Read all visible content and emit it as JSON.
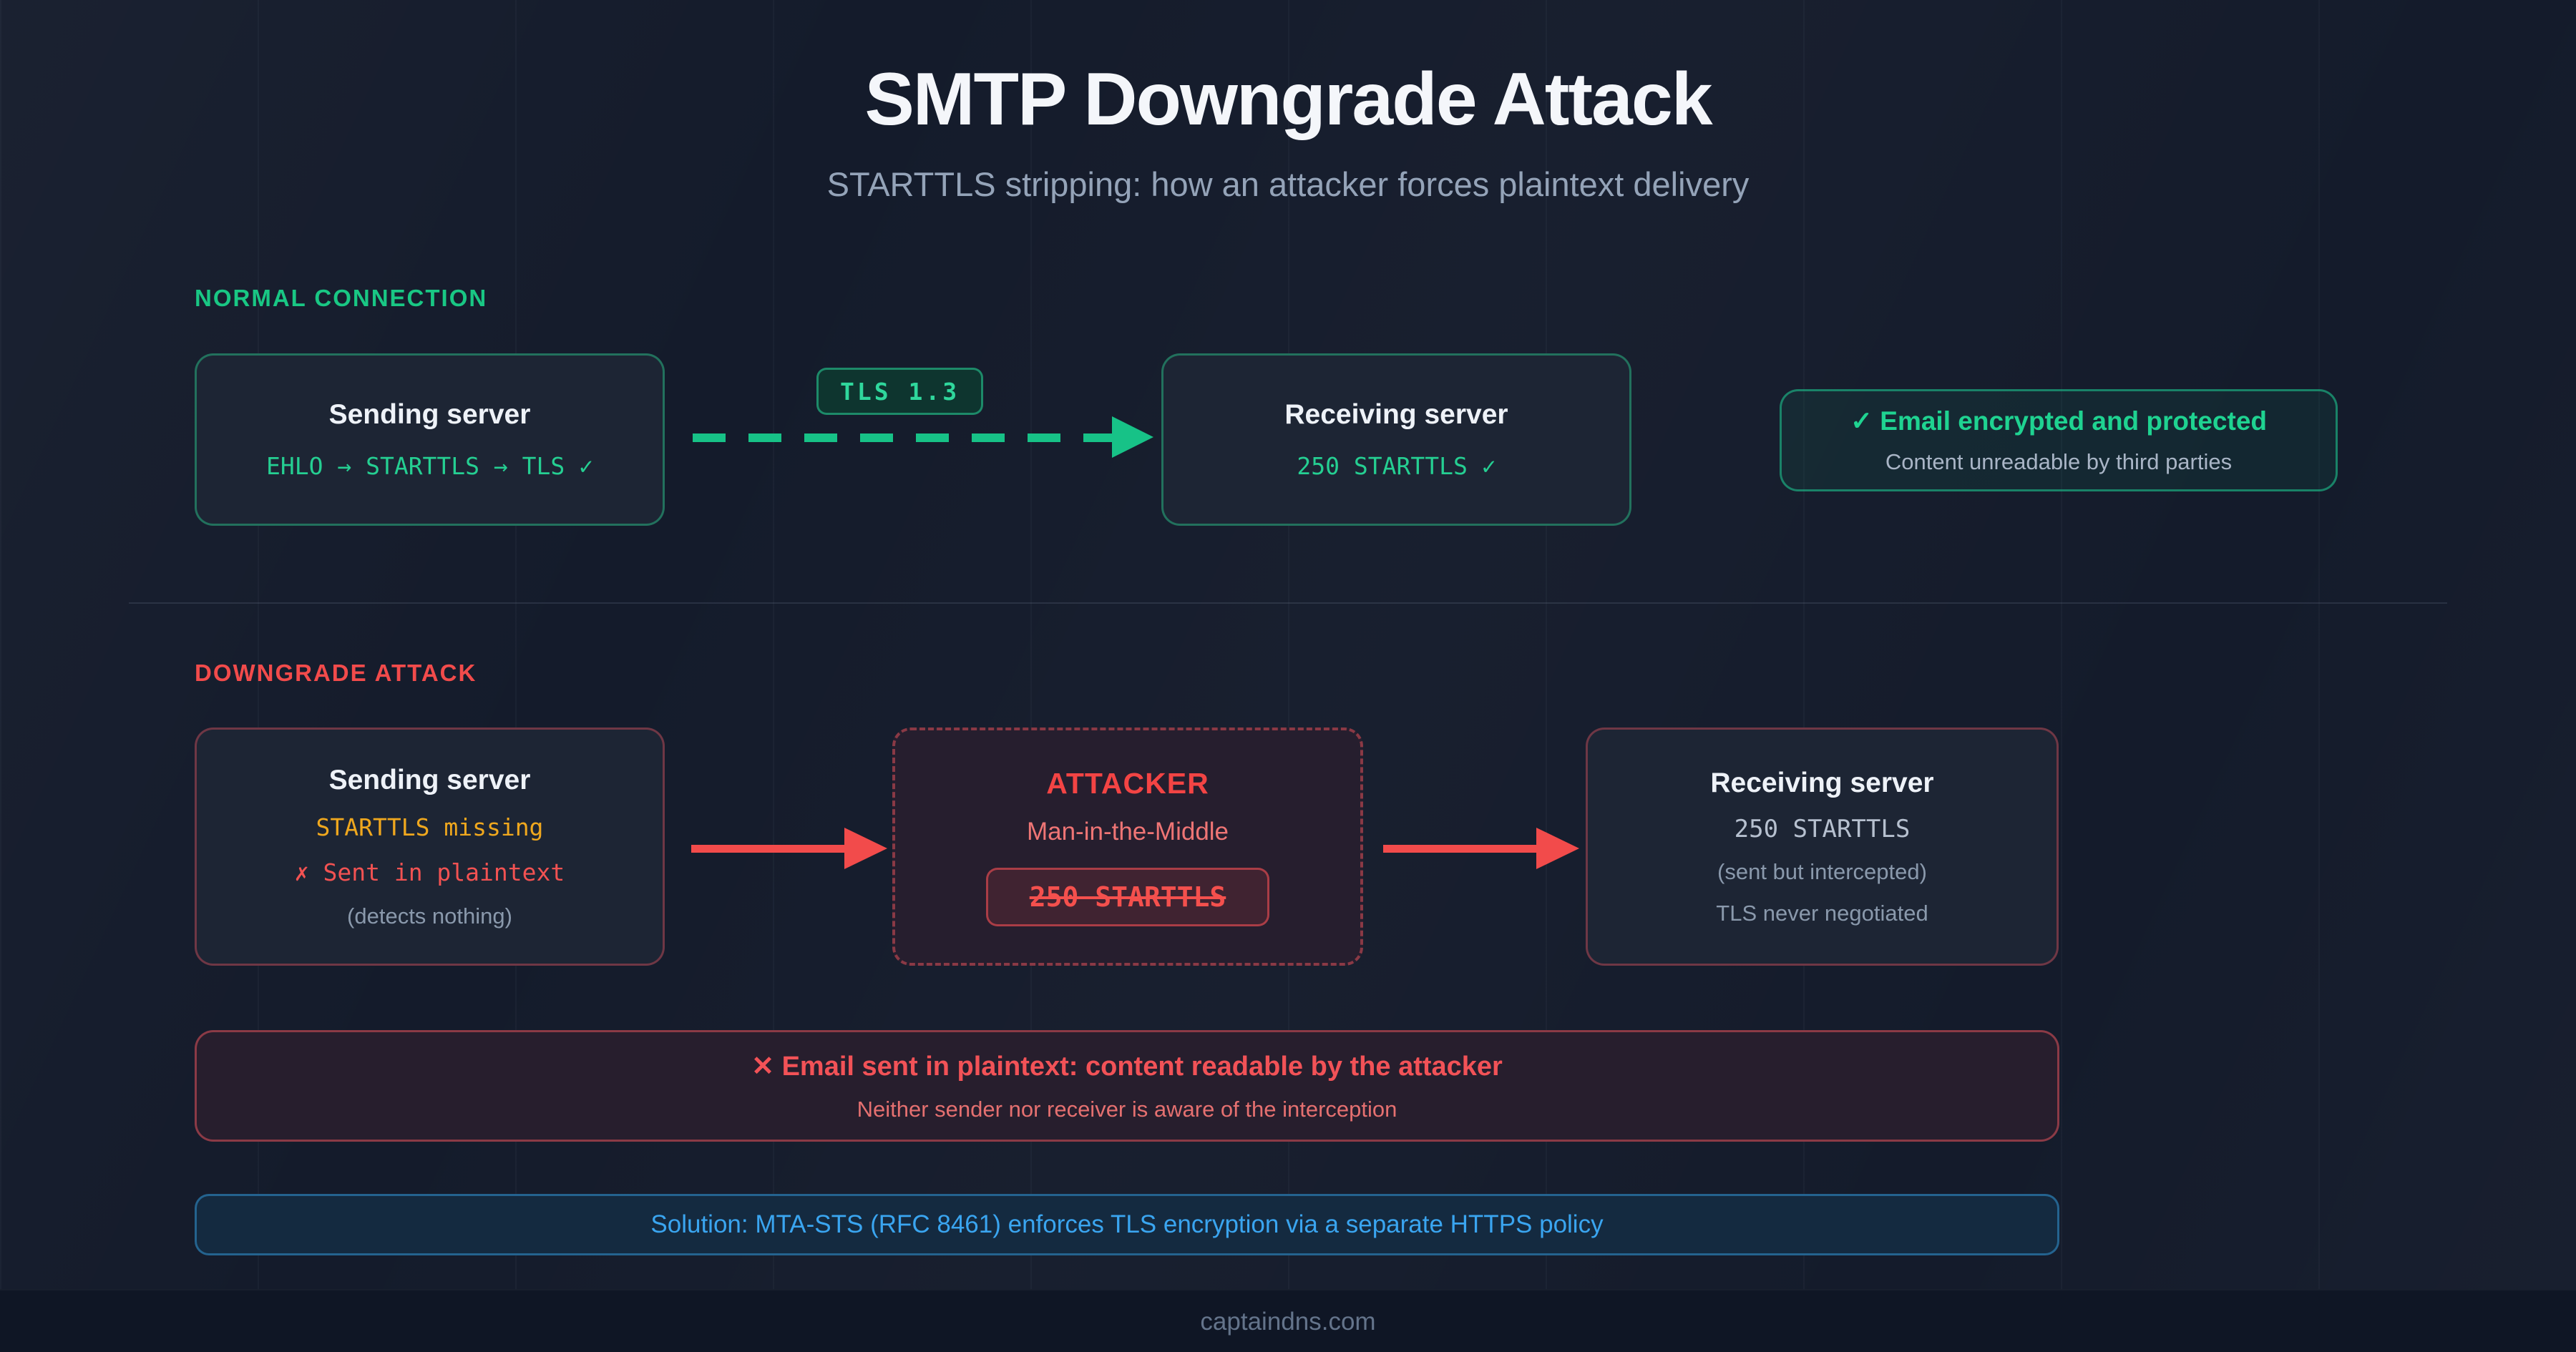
{
  "header": {
    "title": "SMTP Downgrade Attack",
    "subtitle": "STARTTLS stripping: how an attacker forces plaintext delivery"
  },
  "sections": {
    "normal": {
      "label": "NORMAL CONNECTION",
      "sending_title": "Sending server",
      "sending_protocol": "EHLO → STARTTLS → TLS ✓",
      "tls_badge": "TLS 1.3",
      "receiving_title": "Receiving server",
      "receiving_protocol": "250 STARTTLS ✓",
      "result_icon": "✓",
      "result_title": "Email encrypted and protected",
      "result_subtitle": "Content unreadable by third parties"
    },
    "attack": {
      "label": "DOWNGRADE ATTACK",
      "sending_title": "Sending server",
      "sending_line1": "STARTTLS missing",
      "sending_line2": "✗ Sent in plaintext",
      "sending_line3": "(detects nothing)",
      "attacker_title": "ATTACKER",
      "attacker_subtitle": "Man-in-the-Middle",
      "attacker_stripped_reply": "250 STARTTLS",
      "receiving_title": "Receiving server",
      "receiving_line1": "250 STARTTLS",
      "receiving_line2": "(sent but intercepted)",
      "receiving_line3": "TLS never negotiated",
      "warning_icon": "✕",
      "warning_title": "Email sent in plaintext: content readable by the attacker",
      "warning_subtitle": "Neither sender nor receiver is aware of the interception",
      "solution_text": "Solution: MTA-STS (RFC 8461) enforces TLS encryption via a separate HTTPS policy"
    }
  },
  "footer": {
    "text": "captaindns.com"
  },
  "colors": {
    "background": "#141b2b",
    "green_accent": "#1ec98a",
    "red_accent": "#f24b4b",
    "amber_accent": "#f0a81e",
    "blue_accent": "#3aa5f0"
  }
}
